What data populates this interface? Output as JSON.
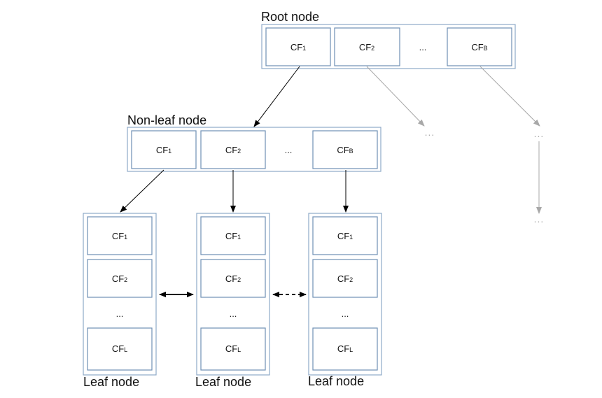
{
  "labels": {
    "root_node": "Root node",
    "non_leaf_node": "Non-leaf node",
    "leaf_node_1": "Leaf node",
    "leaf_node_2": "Leaf node",
    "leaf_node_3": "Leaf node"
  },
  "root": {
    "cf1": {
      "base": "CF",
      "sub": "1"
    },
    "cf2": {
      "base": "CF",
      "sub": "2"
    },
    "ellipsis": "...",
    "cfb": {
      "base": "CF",
      "sub": "B"
    }
  },
  "nonleaf": {
    "cf1": {
      "base": "CF",
      "sub": "1"
    },
    "cf2": {
      "base": "CF",
      "sub": "2"
    },
    "ellipsis": "...",
    "cfb": {
      "base": "CF",
      "sub": "B"
    }
  },
  "leaves": [
    {
      "cf1": {
        "base": "CF",
        "sub": "1"
      },
      "cf2": {
        "base": "CF",
        "sub": "2"
      },
      "ellipsis": "...",
      "cfl": {
        "base": "CF",
        "sub": "L"
      }
    },
    {
      "cf1": {
        "base": "CF",
        "sub": "1"
      },
      "cf2": {
        "base": "CF",
        "sub": "2"
      },
      "ellipsis": "...",
      "cfl": {
        "base": "CF",
        "sub": "L"
      }
    },
    {
      "cf1": {
        "base": "CF",
        "sub": "1"
      },
      "cf2": {
        "base": "CF",
        "sub": "2"
      },
      "ellipsis": "...",
      "cfl": {
        "base": "CF",
        "sub": "L"
      }
    }
  ],
  "continuation": {
    "mark_1": "...",
    "mark_2": "...",
    "mark_3": "..."
  },
  "colors": {
    "box_border": "#8ea9c7",
    "cell_border": "#6f8fb5",
    "arrow": "#000000",
    "faded_arrow": "#a8a8a8"
  }
}
